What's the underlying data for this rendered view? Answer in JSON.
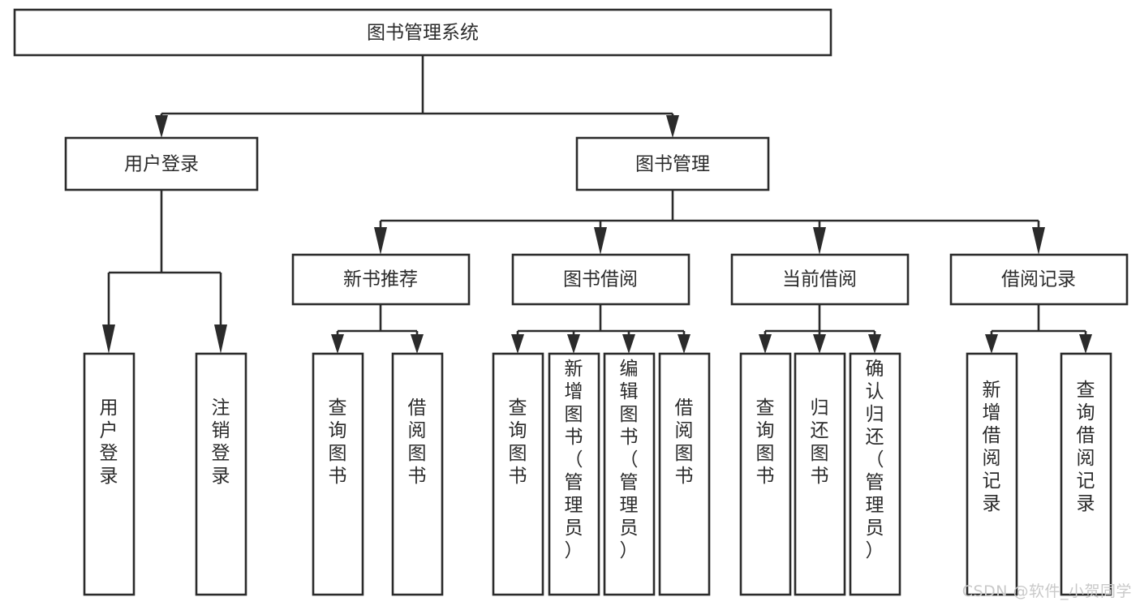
{
  "diagram": {
    "type": "tree-hierarchy",
    "title": "图书管理系统",
    "orientation": "top-down",
    "colors": {
      "stroke": "#2b2b2b",
      "fill": "#ffffff",
      "background": "#ffffff",
      "watermark": "#c9c9c9"
    },
    "root": {
      "id": "root",
      "label": "图书管理系统"
    },
    "level2": [
      {
        "id": "user-login",
        "label": "用户登录"
      },
      {
        "id": "book-management",
        "label": "图书管理"
      }
    ],
    "level3": [
      {
        "id": "new-book-recommend",
        "label": "新书推荐",
        "parent": "book-management"
      },
      {
        "id": "book-borrow",
        "label": "图书借阅",
        "parent": "book-management"
      },
      {
        "id": "current-borrow",
        "label": "当前借阅",
        "parent": "book-management"
      },
      {
        "id": "borrow-record",
        "label": "借阅记录",
        "parent": "book-management"
      }
    ],
    "leaves": [
      {
        "id": "leaf-user-login",
        "label": "用户登录",
        "parent": "user-login"
      },
      {
        "id": "leaf-logout-login",
        "label": "注销登录",
        "parent": "user-login"
      },
      {
        "id": "leaf-query-book-1",
        "label": "查询图书",
        "parent": "new-book-recommend"
      },
      {
        "id": "leaf-borrow-book-1",
        "label": "借阅图书",
        "parent": "new-book-recommend"
      },
      {
        "id": "leaf-query-book-2",
        "label": "查询图书",
        "parent": "book-borrow"
      },
      {
        "id": "leaf-add-book",
        "label": "新增图书（管理员）",
        "parent": "book-borrow"
      },
      {
        "id": "leaf-edit-book",
        "label": "编辑图书（管理员）",
        "parent": "book-borrow"
      },
      {
        "id": "leaf-borrow-book-2",
        "label": "借阅图书",
        "parent": "book-borrow"
      },
      {
        "id": "leaf-query-book-3",
        "label": "查询图书",
        "parent": "current-borrow"
      },
      {
        "id": "leaf-return-book",
        "label": "归还图书",
        "parent": "current-borrow"
      },
      {
        "id": "leaf-confirm-return",
        "label": "确认归还（管理员）",
        "parent": "current-borrow"
      },
      {
        "id": "leaf-add-record",
        "label": "新增借阅记录",
        "parent": "borrow-record"
      },
      {
        "id": "leaf-query-record",
        "label": "查询借阅记录",
        "parent": "borrow-record"
      }
    ]
  },
  "watermark": {
    "text": "CSDN @软件_小贺同学"
  }
}
